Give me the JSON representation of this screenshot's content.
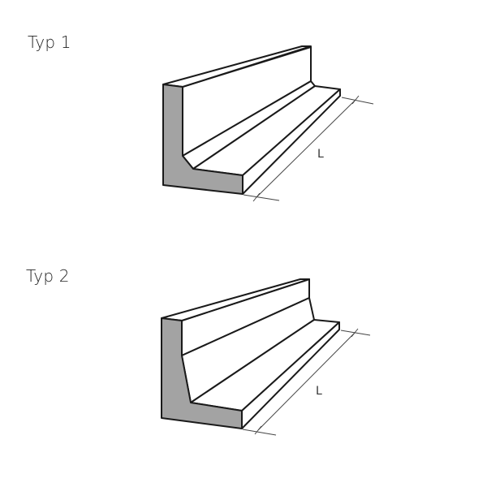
{
  "diagram": {
    "colors": {
      "section_fill": "#a3a3a3",
      "stroke": "#1a1a1a",
      "dimension_stroke": "#444444",
      "background": "#ffffff"
    },
    "items": [
      {
        "title": "Typ 1",
        "shape": "L-shaped retaining wall element with chamfered inner corner",
        "dimension_label": "L"
      },
      {
        "title": "Typ 2",
        "shape": "L-shaped retaining wall element with sloped inner wall haunch",
        "dimension_label": "L"
      }
    ]
  }
}
